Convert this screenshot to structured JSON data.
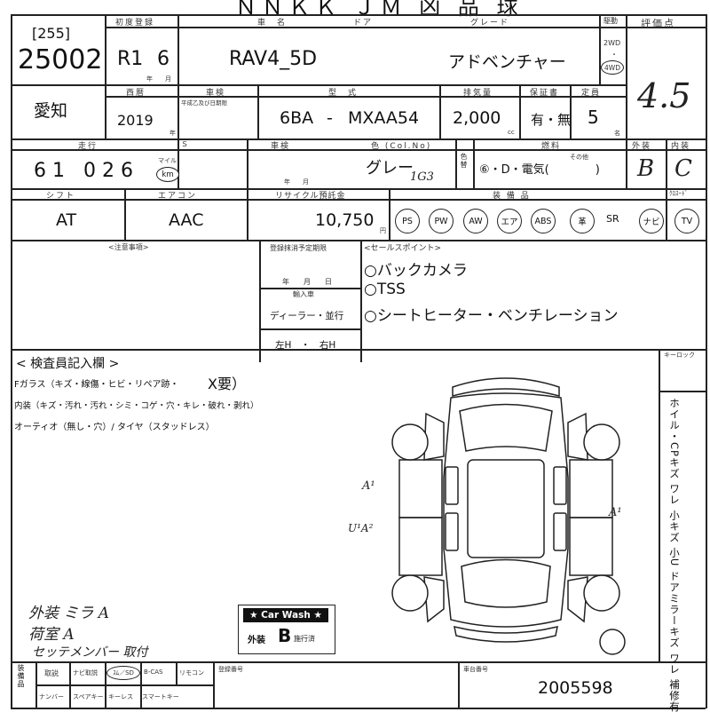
{
  "header": {
    "title": "ＮＮＫＫ ＪＭ 凶 品 球"
  },
  "lot": {
    "code": "[255]",
    "number": "25002"
  },
  "registration": {
    "label": "初度登録",
    "era": "R1",
    "month": "6",
    "unit": "年　　月"
  },
  "model": {
    "label": "車　名",
    "value": "RAV4_5D"
  },
  "door": {
    "label": "ドア"
  },
  "grade": {
    "label": "グレード",
    "value": "アドベンチャー"
  },
  "drive": {
    "label": "駆動",
    "opt1": "2WD",
    "opt2": "4WD"
  },
  "score": {
    "label": "評価点",
    "value": "4.5"
  },
  "area": {
    "value": "愛知"
  },
  "year": {
    "label": "西暦",
    "value": "2019",
    "unit": "年"
  },
  "inspection": {
    "label": "車検",
    "note": "平成乙及び日期限"
  },
  "type_code": {
    "label": "型　式",
    "prefix": "6BA",
    "sep": "-",
    "code": "MXAA54"
  },
  "displacement": {
    "label": "排気量",
    "value": "2,000",
    "unit": "cc"
  },
  "warranty": {
    "label": "保証書",
    "value": "有・無"
  },
  "capacity": {
    "label": "定員",
    "value": "5",
    "unit": "名"
  },
  "mileage": {
    "label": "走行",
    "value": "61 026",
    "unit": "km",
    "unit_small": "マイル",
    "flag": "Ｓ"
  },
  "repaint": {
    "label": "車検",
    "unit": "年　　月"
  },
  "color": {
    "label": "色 (Col.No)",
    "value": "グレー",
    "code": "1G3",
    "side": "色替"
  },
  "fuel": {
    "label": "燃料",
    "value": "⑥・D・電気(　　　　)",
    "other": "その他"
  },
  "exterior": {
    "label": "外装",
    "value": "B"
  },
  "interior": {
    "label": "内装",
    "value": "C"
  },
  "shift": {
    "label": "シフト",
    "value": "AT"
  },
  "aircon": {
    "label": "エアコン",
    "value": "AAC"
  },
  "recycle": {
    "label": "リサイクル預託金",
    "value": "10,750",
    "unit": "円"
  },
  "equipment": {
    "label": "装 備 品",
    "items": [
      "PS",
      "PW",
      "AW",
      "エア",
      "ABS",
      "革",
      "SR",
      "ナビ",
      "TV"
    ],
    "extra": "ｸﾛｽｰﾄﾞ"
  },
  "notes": {
    "label": "<注意事項>"
  },
  "reg_expiry": {
    "label": "登録抹消予定期限",
    "unit": "年　　月　　日"
  },
  "import": {
    "label": "輸入車",
    "dealer": "ディーラー・並行",
    "steering": "左H　・　右H"
  },
  "sales": {
    "label": "<セールスポイント>",
    "points": [
      "○バックカメラ",
      "○TSS",
      "○シートヒーター・ベンチレーション"
    ]
  },
  "inspector": {
    "label": "< 検査員記入欄 >",
    "glass": "Fガラス（キズ・線傷・ヒビ・リペア跡・",
    "glass_end": "X要）",
    "interior": "内装（キズ・汚れ・汚れ・シミ・コゲ・穴・キレ・破れ・剥れ）",
    "otio": "オーティオ（無し・穴）/ タイヤ（スタッドレス）"
  },
  "handwritten": {
    "left_a1": "A¹",
    "left_ua2": "U¹A²",
    "right_a1": "A¹",
    "note1": "外装 ミラ A",
    "note2": "荷室 A",
    "note3": "セッテメンバー 取付"
  },
  "right_strip": {
    "title": "キーロック",
    "text": "ホイル・CPキズ ワレ 小キズ 小U ドアミラーキズ ワレ 補修有"
  },
  "carwash": {
    "title": "★ Car Wash ★",
    "prefix": "外装",
    "grade": "B",
    "suffix": "施行済"
  },
  "bottom": {
    "side_label": "装備品",
    "row1": [
      "取説",
      "ナビ取説",
      "ｽﾑ／SD",
      "B-CAS",
      "リモコン"
    ],
    "row2": [
      "ナンバー",
      "スペアキー",
      "キーレス",
      "スマートキー"
    ],
    "reg_label": "登録番号",
    "chassis_label": "車台番号",
    "chassis_value": "2005598"
  }
}
